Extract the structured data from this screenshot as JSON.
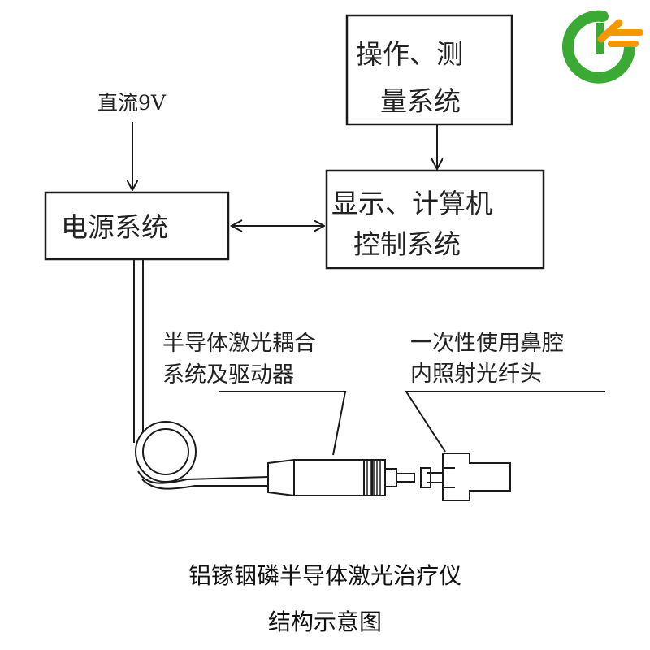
{
  "boxes": {
    "measure": {
      "line1": "操作、测",
      "line2": "量系统"
    },
    "display": {
      "line1": "显示、计算机",
      "line2": "控制系统"
    },
    "power": {
      "line1": "电源系统"
    }
  },
  "input_label": "直流9V",
  "laser_label": {
    "line1": "半导体激光耦合",
    "line2": "系统及驱动器"
  },
  "fiber_label": {
    "line1": "一次性使用鼻腔",
    "line2": "内照射光纤头"
  },
  "caption": {
    "line1": "铝镓铟磷半导体激光治疗仪",
    "line2": "结构示意图"
  },
  "logo": {
    "name": "logo-icon",
    "green": "#3aaa35",
    "orange": "#f39800"
  }
}
